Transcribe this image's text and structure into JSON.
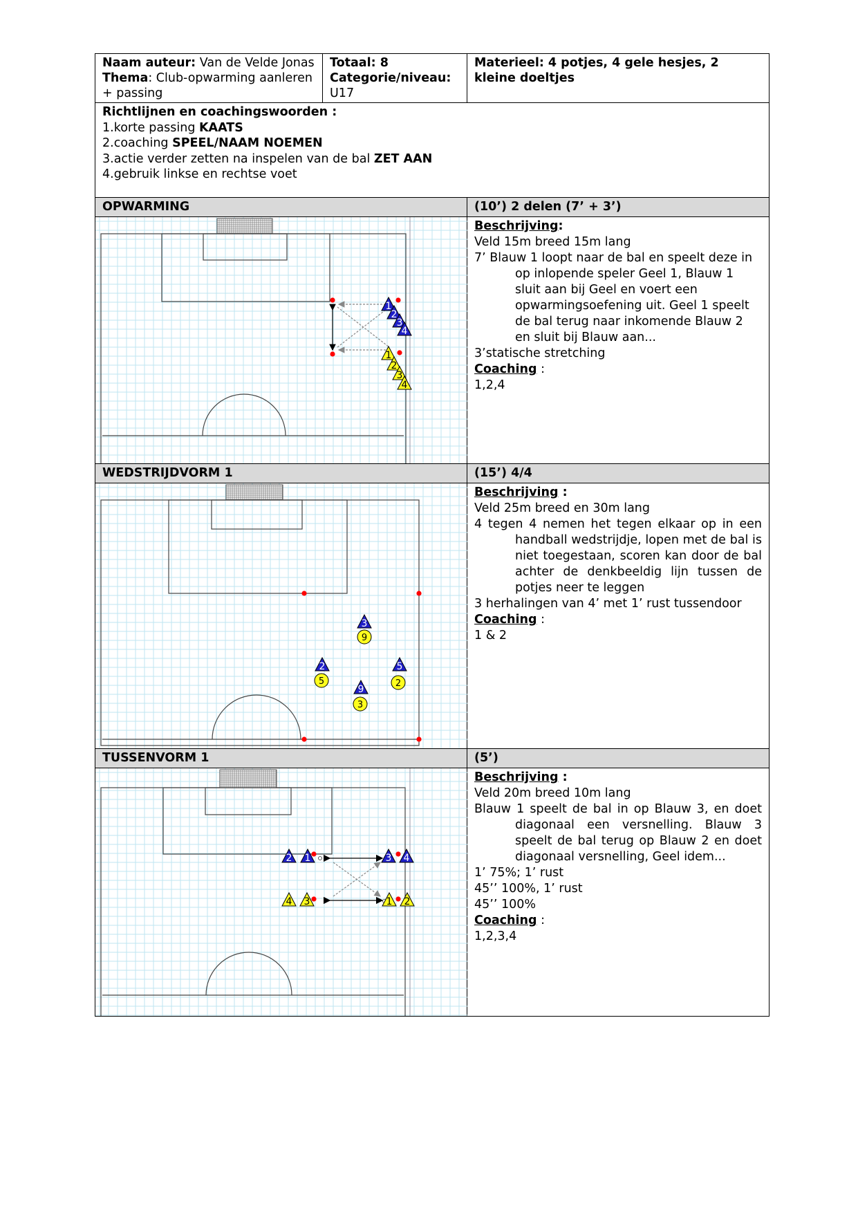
{
  "header": {
    "author_label": "Naam auteur:",
    "author": "Van de Velde Jonas",
    "theme_label": "Thema",
    "theme": ": Club-opwarming aanleren + passing",
    "total_label": "Totaal: 8",
    "category_label": "Categorie/niveau:",
    "category": "U17",
    "material": "Materieel: 4 potjes, 4 gele hesjes, 2 kleine doeltjes"
  },
  "guidelines": {
    "title": "Richtlijnen en coachingswoorden :",
    "items": [
      {
        "text": "1.korte passing ",
        "key": "KAATS"
      },
      {
        "text": "2.coaching ",
        "key": "SPEEL/NAAM NOEMEN"
      },
      {
        "text": "3.actie verder zetten na inspelen van de bal ",
        "key": "ZET AAN"
      },
      {
        "text": "4.gebruik linkse en rechtse voet",
        "key": ""
      }
    ]
  },
  "sections": [
    {
      "title": "OPWARMING",
      "timing": "(10’) 2 delen (7’ + 3’)",
      "desc_label": "Beschrijving",
      "desc_suffix": ":",
      "lines": [
        "Veld 15m breed 15m lang",
        "7’ Blauw 1 loopt naar de bal en speelt deze in op inlopende speler Geel 1, Blauw 1 sluit aan bij Geel en voert een opwarmingsoefening uit. Geel 1 speelt de bal terug naar inkomende Blauw 2 en sluit bij Blauw aan...",
        "3’statische stretching"
      ],
      "coaching_label": "Coaching",
      "coaching_suffix": " :",
      "coaching": "1,2,4"
    },
    {
      "title": "WEDSTRIJDVORM 1",
      "timing": "(15’) 4/4",
      "desc_label": "Beschrijving",
      "desc_suffix": " :",
      "lines": [
        "Veld 25m breed en 30m lang",
        "4 tegen 4 nemen het tegen elkaar op in een handball wedstrijdje, lopen met de bal is niet toegestaan, scoren kan door de bal achter de denkbeeldig lijn tussen de potjes neer te leggen",
        "3 herhalingen van 4’ met 1’ rust tussendoor"
      ],
      "coaching_label": "Coaching",
      "coaching_suffix": " :",
      "coaching": "1 & 2"
    },
    {
      "title": "TUSSENVORM 1",
      "timing": "(5’)",
      "desc_label": "Beschrijving",
      "desc_suffix": " :",
      "lines": [
        "Veld 20m breed 10m lang",
        "Blauw 1 speelt de bal in op Blauw 3, en doet diagonaal een versnelling. Blauw 3 speelt de bal terug op Blauw 2 en doet diagonaal versnelling, Geel idem...",
        "1’ 75%; 1’ rust",
        "45’’ 100%, 1’ rust",
        "45’’ 100%"
      ],
      "coaching_label": "Coaching",
      "coaching_suffix": " :",
      "coaching": "1,2,3,4"
    }
  ],
  "diagrams": {
    "opwarming": {
      "blue": [
        "1",
        "2",
        "3",
        "4"
      ],
      "yellow": [
        "1",
        "2",
        "3",
        "4"
      ]
    },
    "wedstrijd": {
      "blue": [
        "3",
        "2",
        "5",
        "9"
      ],
      "yellow": [
        "9",
        "5",
        "2",
        "3"
      ]
    },
    "tussen": {
      "blue_left": [
        "2",
        "1"
      ],
      "blue_right": [
        "3",
        "4"
      ],
      "yellow_left": [
        "4",
        "3"
      ],
      "yellow_right": [
        "1",
        "2"
      ]
    },
    "colors": {
      "blue": "#1f1fc8",
      "yellow": "#ffff1e",
      "cone": "#ff0000",
      "grid": "#bfe6f0"
    }
  }
}
